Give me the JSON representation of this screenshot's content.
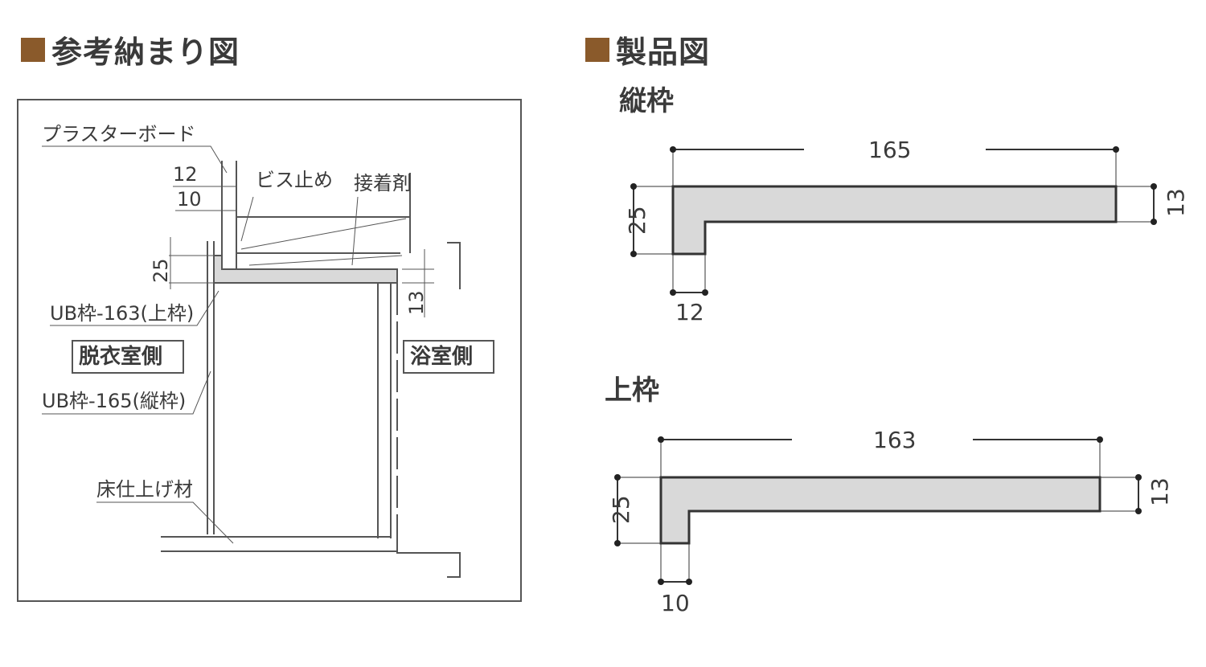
{
  "colors": {
    "accent": "#8a5a2b",
    "line": "#555555",
    "fill": "#d9d9d9"
  },
  "left_heading": "参考納まり図",
  "right_heading": "製品図",
  "installation": {
    "labels": {
      "plaster_board": "プラスターボード",
      "screw": "ビス止め",
      "adhesive": "接着剤",
      "ub_top": "UB枠-163(上枠)",
      "dressing_side": "脱衣室側",
      "bath_side": "浴室側",
      "ub_vertical": "UB枠-165(縦枠)",
      "floor": "床仕上げ材"
    },
    "dims": {
      "d12": "12",
      "d10": "10",
      "d25": "25",
      "d13": "13"
    }
  },
  "vertical_frame": {
    "title": "縦枠",
    "width": "165",
    "height": "25",
    "thickness": "13",
    "leg": "12"
  },
  "top_frame": {
    "title": "上枠",
    "width": "163",
    "height": "25",
    "thickness": "13",
    "leg": "10"
  }
}
